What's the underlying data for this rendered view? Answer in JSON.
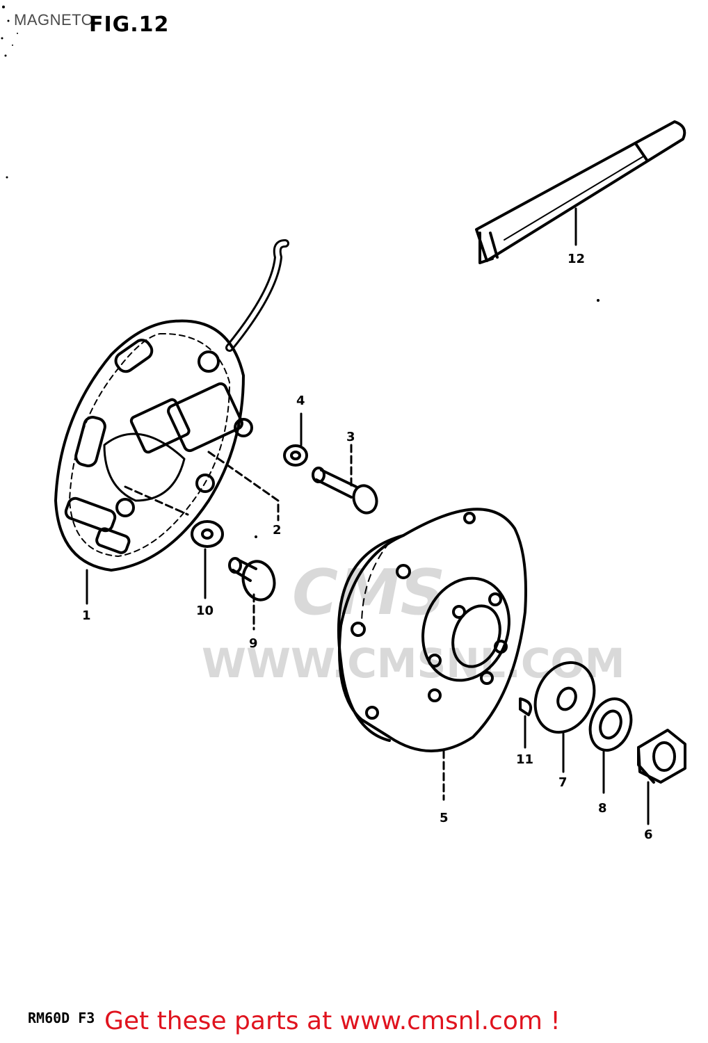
{
  "header": {
    "section_title": "MAGNETO",
    "figure_title": "FIG.12"
  },
  "footer": {
    "model_code": "RM60D F3",
    "promo_text": "Get these parts at www.cmsnl.com !"
  },
  "watermark": {
    "logo_text": "CMS",
    "url_text": "WWW.CMSNL.COM"
  },
  "callouts": {
    "c1": "1",
    "c2": "2",
    "c3": "3",
    "c4": "4",
    "c5": "5",
    "c6": "6",
    "c7": "7",
    "c8": "8",
    "c9": "9",
    "c10": "10",
    "c11": "11",
    "c12": "12"
  },
  "colors": {
    "promo": "#e0131e",
    "watermark": "#d9d9d9",
    "line": "#000000"
  }
}
